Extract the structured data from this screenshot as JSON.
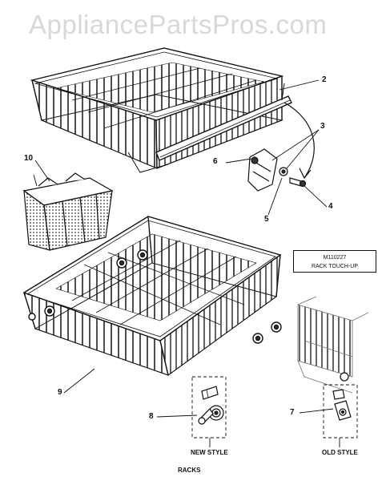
{
  "watermark": "AppliancePartsPros.com",
  "callouts": {
    "c2": "2",
    "c3": "3",
    "c4": "4",
    "c5": "5",
    "c6": "6",
    "c7": "7",
    "c8": "8",
    "c9": "9",
    "c10": "10"
  },
  "kit_box": {
    "line1": "M110227",
    "line2": "RACK TOUCH-UP"
  },
  "labels": {
    "new_style": "NEW STYLE",
    "old_style": "OLD STYLE",
    "section_title": "RACKS"
  }
}
